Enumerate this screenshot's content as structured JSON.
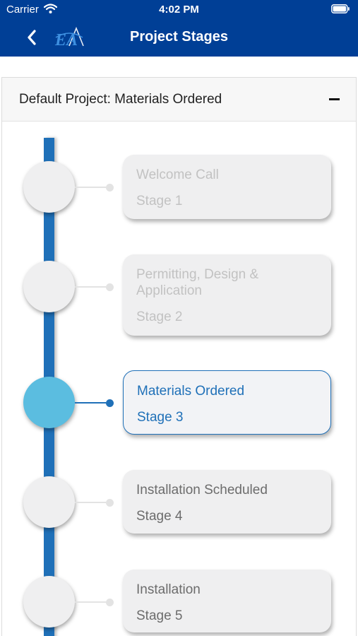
{
  "status_bar": {
    "carrier": "Carrier",
    "time": "4:02 PM"
  },
  "nav": {
    "title": "Project Stages",
    "logo_text": "EA"
  },
  "panel": {
    "title": "Default Project: Materials Ordered"
  },
  "stages": [
    {
      "title": "Welcome Call",
      "subtitle": "Stage 1",
      "state": "done"
    },
    {
      "title": "Permitting, Design & Application",
      "subtitle": "Stage 2",
      "state": "done"
    },
    {
      "title": "Materials Ordered",
      "subtitle": "Stage 3",
      "state": "active"
    },
    {
      "title": "Installation Scheduled",
      "subtitle": "Stage 4",
      "state": "future"
    },
    {
      "title": "Installation",
      "subtitle": "Stage 5",
      "state": "future"
    }
  ],
  "colors": {
    "header": "#003f96",
    "accent": "#1f70b8",
    "active_node": "#5bbde0"
  }
}
